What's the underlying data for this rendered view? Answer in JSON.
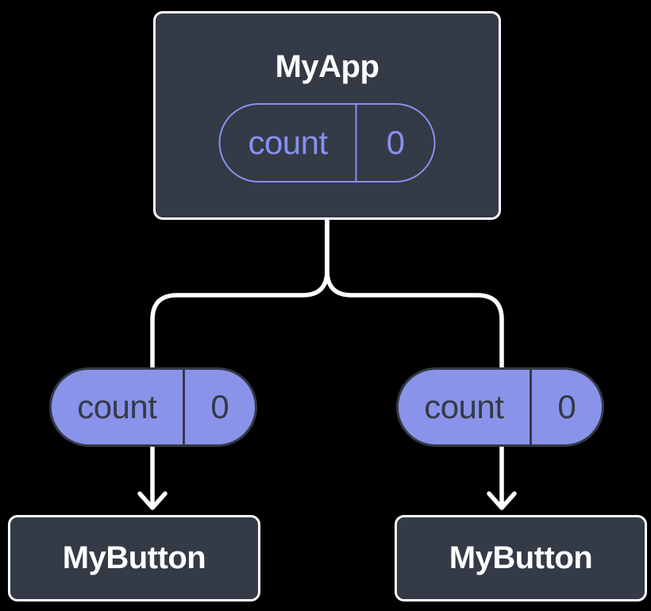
{
  "colors": {
    "background": "#000000",
    "node_fill": "#343a46",
    "node_border": "#ffffff",
    "accent_purple": "#8691f2",
    "pill_fill": "#8a93ea",
    "pill_dark": "#343a46",
    "text_light": "#ffffff",
    "connector": "#ffffff"
  },
  "diagram": {
    "root": {
      "title": "MyApp",
      "state_pill": {
        "label": "count",
        "value": "0"
      }
    },
    "branches": [
      {
        "state_pill": {
          "label": "count",
          "value": "0"
        },
        "child": {
          "title": "MyButton"
        }
      },
      {
        "state_pill": {
          "label": "count",
          "value": "0"
        },
        "child": {
          "title": "MyButton"
        }
      }
    ]
  }
}
